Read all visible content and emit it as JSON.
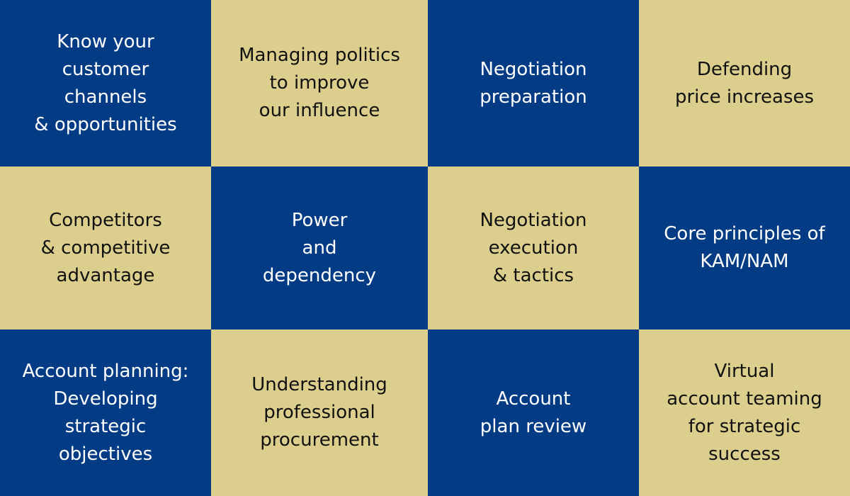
{
  "colors": {
    "navy": "#033c84",
    "tan": "#dccf8d",
    "navy_text": "#ffffff",
    "tan_text": "#111111"
  },
  "tiles": [
    {
      "label": "Know your\ncustomer\nchannels\n& opportunities",
      "color": "navy"
    },
    {
      "label": "Managing politics\nto improve\nour influence",
      "color": "tan"
    },
    {
      "label": "Negotiation\npreparation",
      "color": "navy"
    },
    {
      "label": "Defending\nprice increases",
      "color": "tan"
    },
    {
      "label": "Competitors\n& competitive\nadvantage",
      "color": "tan"
    },
    {
      "label": "Power\nand\ndependency",
      "color": "navy"
    },
    {
      "label": "Negotiation\nexecution\n& tactics",
      "color": "tan"
    },
    {
      "label": "Core principles of\nKAM/NAM",
      "color": "navy"
    },
    {
      "label": "Account planning:\nDeveloping\nstrategic\nobjectives",
      "color": "navy"
    },
    {
      "label": "Understanding\nprofessional\nprocurement",
      "color": "tan"
    },
    {
      "label": "Account\nplan review",
      "color": "navy"
    },
    {
      "label": "Virtual\naccount teaming\nfor strategic\nsuccess",
      "color": "tan"
    }
  ]
}
